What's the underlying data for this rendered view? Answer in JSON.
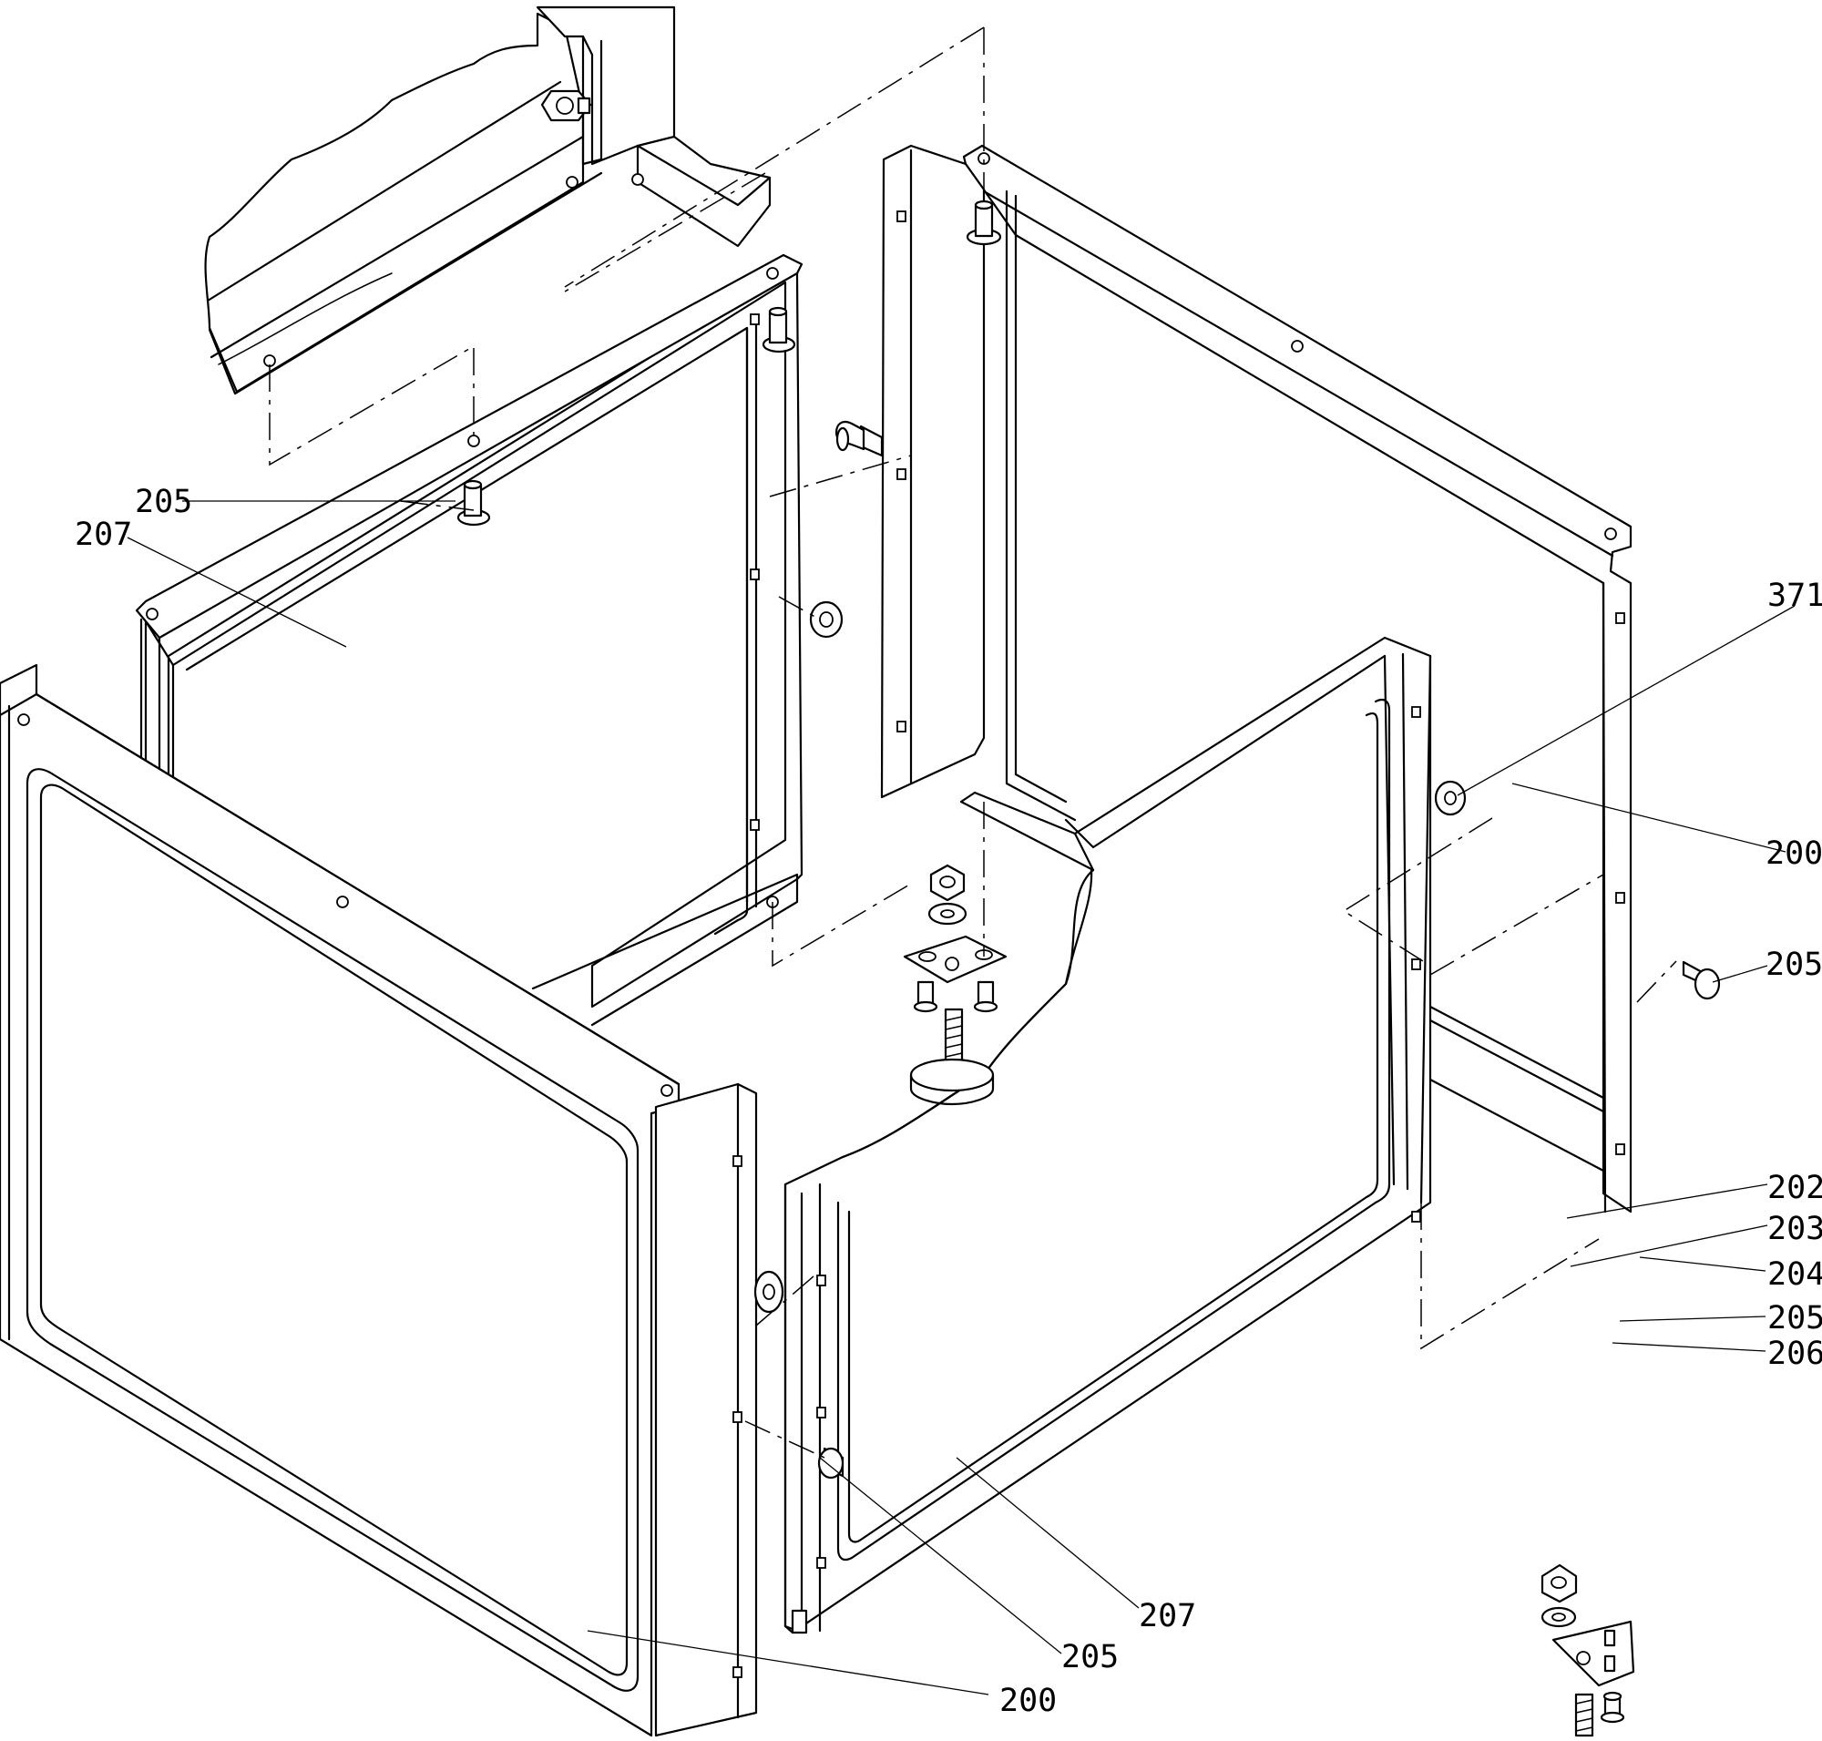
{
  "labels": [
    {
      "id": "205",
      "text": "205"
    },
    {
      "id": "207",
      "text": "207"
    },
    {
      "id": "371",
      "text": "371"
    },
    {
      "id": "200",
      "text": "200"
    },
    {
      "id": "205",
      "text": "205"
    },
    {
      "id": "202",
      "text": "202"
    },
    {
      "id": "203",
      "text": "203"
    },
    {
      "id": "204",
      "text": "204"
    },
    {
      "id": "205",
      "text": "205"
    },
    {
      "id": "206",
      "text": "206"
    },
    {
      "id": "207",
      "text": "207"
    },
    {
      "id": "205",
      "text": "205"
    },
    {
      "id": "200",
      "text": "200"
    }
  ]
}
